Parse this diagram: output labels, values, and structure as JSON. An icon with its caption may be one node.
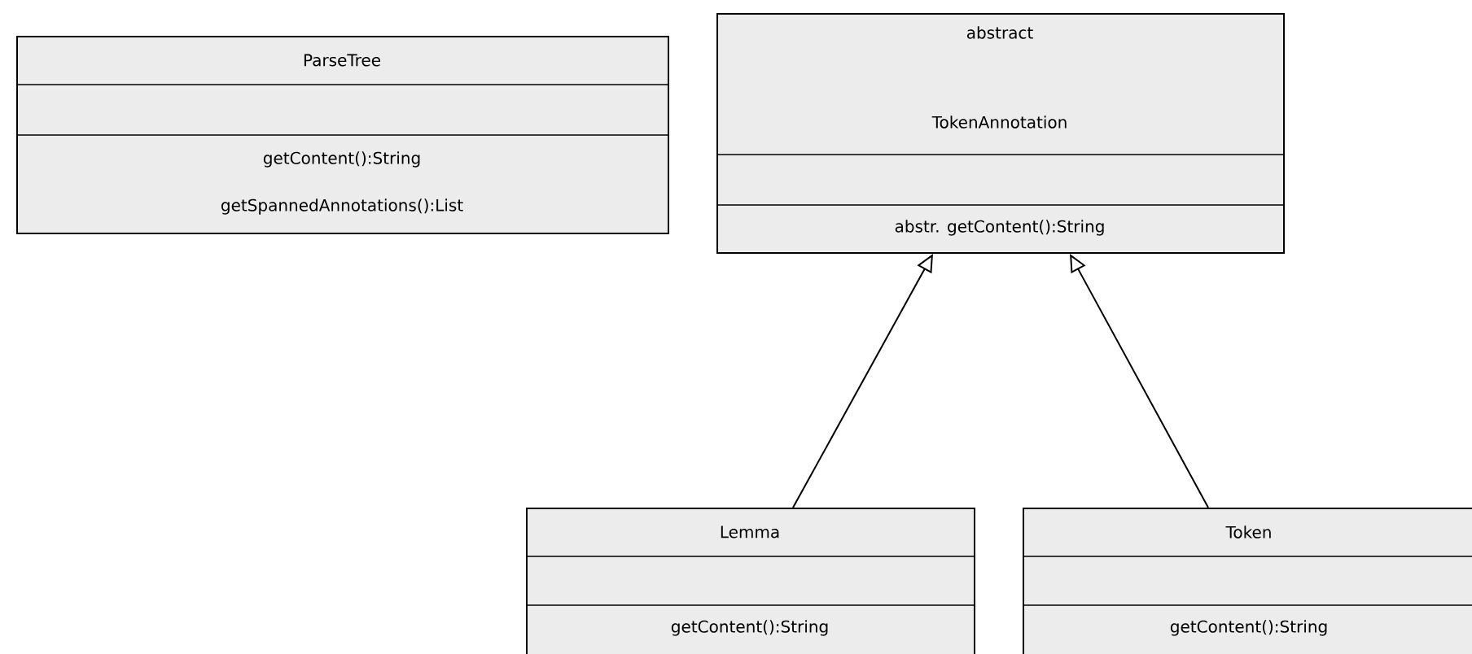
{
  "diagram": {
    "nodes": [
      {
        "text": [
          "ParseTree",
          "getContent():String",
          "getSpannedAnnotations():List"
        ]
      },
      {
        "text": [
          "abstract",
          "TokenAnnotation",
          "abstr. getContent():String"
        ]
      },
      {
        "text": [
          "Lemma",
          "getContent():String"
        ]
      },
      {
        "text": [
          "Token",
          "getContent():String"
        ]
      }
    ],
    "edges": [
      {
        "from": 2,
        "to": 1,
        "arrow": "to"
      },
      {
        "from": 3,
        "to": 1,
        "arrow": "to"
      }
    ]
  }
}
